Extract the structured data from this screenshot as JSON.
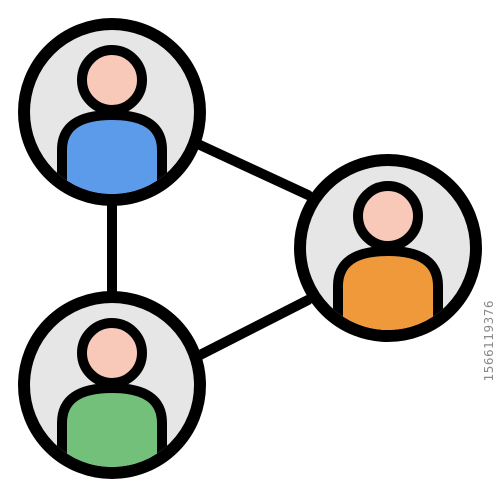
{
  "icon": {
    "name": "network-people-icon",
    "outline_color": "#000000",
    "circle_fill": "#e6e6e6",
    "head_color": "#f8c8b8",
    "people": [
      {
        "name": "person-top-left",
        "body_color": "#5b9bea"
      },
      {
        "name": "person-right",
        "body_color": "#f0993a"
      },
      {
        "name": "person-bottom-left",
        "body_color": "#72c07a"
      }
    ]
  },
  "watermark": {
    "text": "1566119376"
  }
}
